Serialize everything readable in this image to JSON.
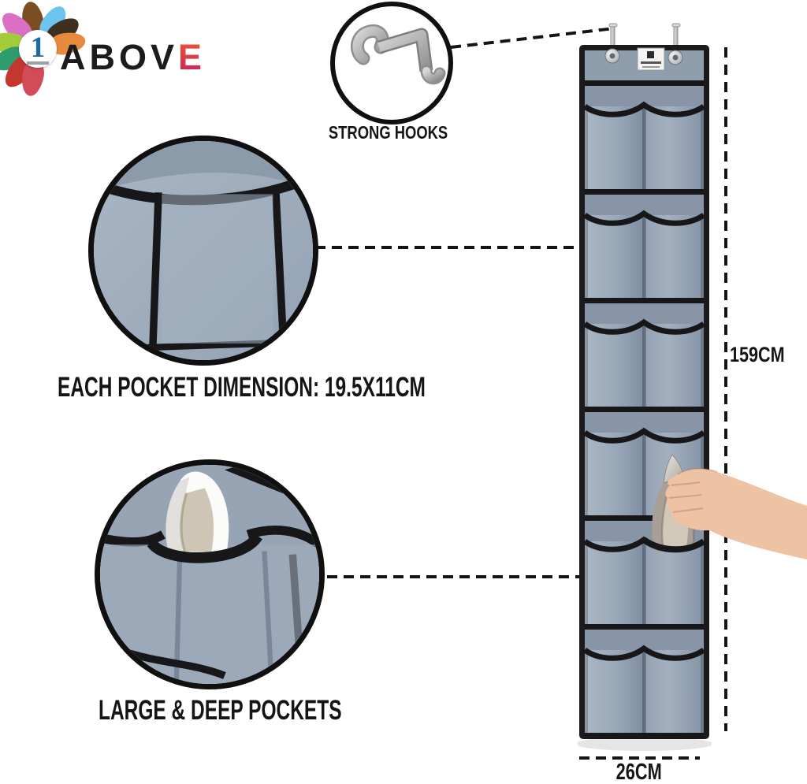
{
  "logo": {
    "number": "1",
    "name_main": "ABOV",
    "name_accent": "E"
  },
  "insets": {
    "hooks": {
      "label": "STRONG HOOKS"
    },
    "pocket_dimension": {
      "label": "EACH POCKET DIMENSION: 19.5X11CM"
    },
    "deep_pockets": {
      "label": "LARGE & DEEP POCKETS"
    }
  },
  "dimensions": {
    "height_label": "159CM",
    "width_label": "26CM"
  },
  "product": {
    "type": "over-door hanging shoe organizer",
    "rows": 6,
    "pockets_per_row": 2
  },
  "colors": {
    "fabric_light": "#a7b4c2",
    "fabric_mid": "#98a7b7",
    "fabric_dark": "#8292a4",
    "backing": "#8795a7",
    "trim_black": "#17171a",
    "logo_blue": "#1d6ba6",
    "accent_red_top": "#ef5a2f",
    "accent_red_bottom": "#c81f5e",
    "skin": "#eec3a4",
    "metal": "#c6c6c6"
  },
  "icons": {
    "flower-logo-icon": "multicolor petal rosette",
    "over-door-hook-icon": "z-shaped metal over-door hook",
    "grommet-icon": "metal eyelet",
    "hook-stem-icon": "metal hanging stem",
    "brand-tag": "small white sewn label"
  }
}
